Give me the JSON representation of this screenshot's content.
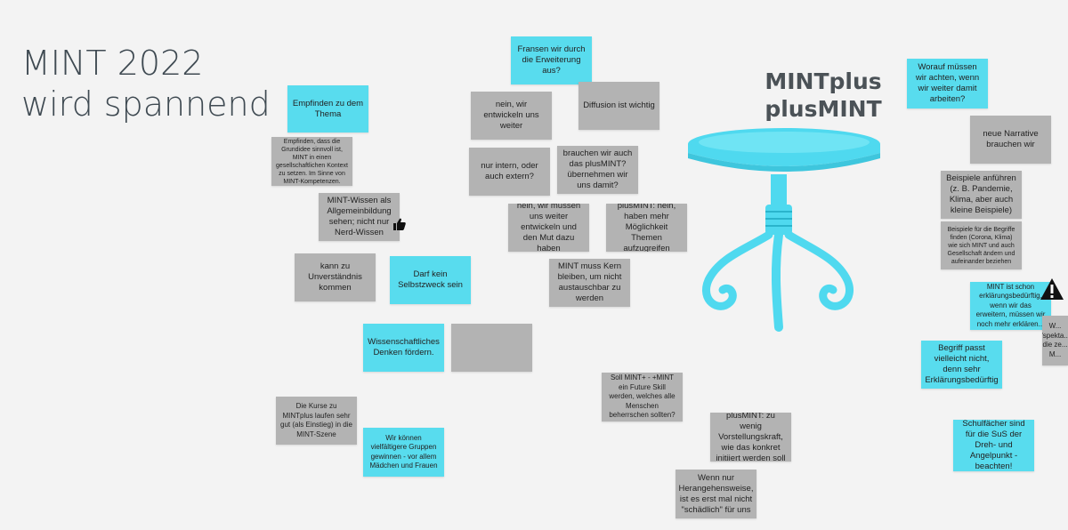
{
  "board": {
    "title_lines": [
      "MINT 2022",
      "wird spannend"
    ],
    "right_title_lines": [
      "MINTplus",
      "plusMINT"
    ]
  },
  "notes": [
    {
      "id": "n1",
      "text": "Empfinden zu dem Thema",
      "color": "blue"
    },
    {
      "id": "n2",
      "text": "Empfinden, dass die Grundidee sinnvoll ist, MINT in einen gesellschaftlichen Kontext zu setzen. Im Sinne von MINT-Kompetenzen.",
      "color": "gray"
    },
    {
      "id": "n3",
      "text": "MINT-Wissen als Allgemeinbildung sehen; nicht nur Nerd-Wissen",
      "color": "gray"
    },
    {
      "id": "n4",
      "text": "kann zu Unverständnis kommen",
      "color": "gray"
    },
    {
      "id": "n5",
      "text": "Darf kein Selbstzweck sein",
      "color": "blue"
    },
    {
      "id": "n6",
      "text": "Wissenschaftliches Denken fördern.",
      "color": "blue"
    },
    {
      "id": "n7",
      "text": "",
      "color": "gray"
    },
    {
      "id": "n8",
      "text": "Die Kurse zu MINTplus laufen sehr gut (als Einstieg) in die MINT-Szene",
      "color": "gray"
    },
    {
      "id": "n9",
      "text": "Wir können vielfältigere Gruppen gewinnen - vor allem Mädchen und Frauen",
      "color": "blue"
    },
    {
      "id": "n10",
      "text": "Fransen wir durch die Erweiterung aus?",
      "color": "blue"
    },
    {
      "id": "n11",
      "text": "nein, wir entwickeln uns weiter",
      "color": "gray"
    },
    {
      "id": "n12",
      "text": "Diffusion ist wichtig",
      "color": "gray"
    },
    {
      "id": "n13",
      "text": "nur intern, oder auch extern?",
      "color": "gray"
    },
    {
      "id": "n14",
      "text": "brauchen wir auch das plusMINT? übernehmen wir uns damit?",
      "color": "gray"
    },
    {
      "id": "n15",
      "text": "nein, wir müssen uns weiter entwickeln und den Mut dazu haben",
      "color": "gray"
    },
    {
      "id": "n16",
      "text": "plusMINT: nein, haben mehr Möglichkeit Themen aufzugreifen",
      "color": "gray"
    },
    {
      "id": "n17",
      "text": "MINT muss Kern bleiben, um nicht austauschbar zu werden",
      "color": "gray"
    },
    {
      "id": "n18",
      "text": "Soll MINT+ - +MINT ein Future Skill werden, welches alle Menschen beherrschen sollten?",
      "color": "gray"
    },
    {
      "id": "n19",
      "text": "plusMINT: zu wenig Vorstellungskraft, wie das konkret initiiert werden soll",
      "color": "gray"
    },
    {
      "id": "n20",
      "text": "Wenn nur Herangehensweise, ist es erst mal nicht \"schädlich\" für uns",
      "color": "gray"
    },
    {
      "id": "n21",
      "text": "Worauf müssen wir achten, wenn wir weiter damit arbeiten?",
      "color": "blue"
    },
    {
      "id": "n22",
      "text": "neue Narrative brauchen wir",
      "color": "gray"
    },
    {
      "id": "n23",
      "text": "Beispiele anführen (z. B. Pandemie, Klima, aber auch kleine Beispiele)",
      "color": "gray"
    },
    {
      "id": "n24",
      "text": "Beispiele für die Begriffe finden (Corona, Klima) wie sich MINT und auch Gesellschaft ändern und aufeinander beziehen",
      "color": "gray"
    },
    {
      "id": "n25",
      "text": "MINT ist schon erklärungsbedürftig, wenn wir das erweitern, müssen wir noch mehr erklären...",
      "color": "blue"
    },
    {
      "id": "n26",
      "text": "W... \"spekta... die ze... M...",
      "color": "gray"
    },
    {
      "id": "n27",
      "text": "Begriff passt vielleicht nicht, denn sehr Erklärungsbedürftig",
      "color": "blue"
    },
    {
      "id": "n28",
      "text": "Schulfächer sind für die SuS der Dreh- und Angelpunkt - beachten!",
      "color": "blue"
    }
  ],
  "icons": {
    "thumb": "thumbs-up-icon",
    "warning": "warning-icon",
    "table": "round-table-illustration"
  },
  "colors": {
    "sticky_blue": "#58dcee",
    "sticky_gray": "#b3b3b3",
    "table_cyan": "#4fd9ef",
    "background": "#f3f3f3"
  }
}
